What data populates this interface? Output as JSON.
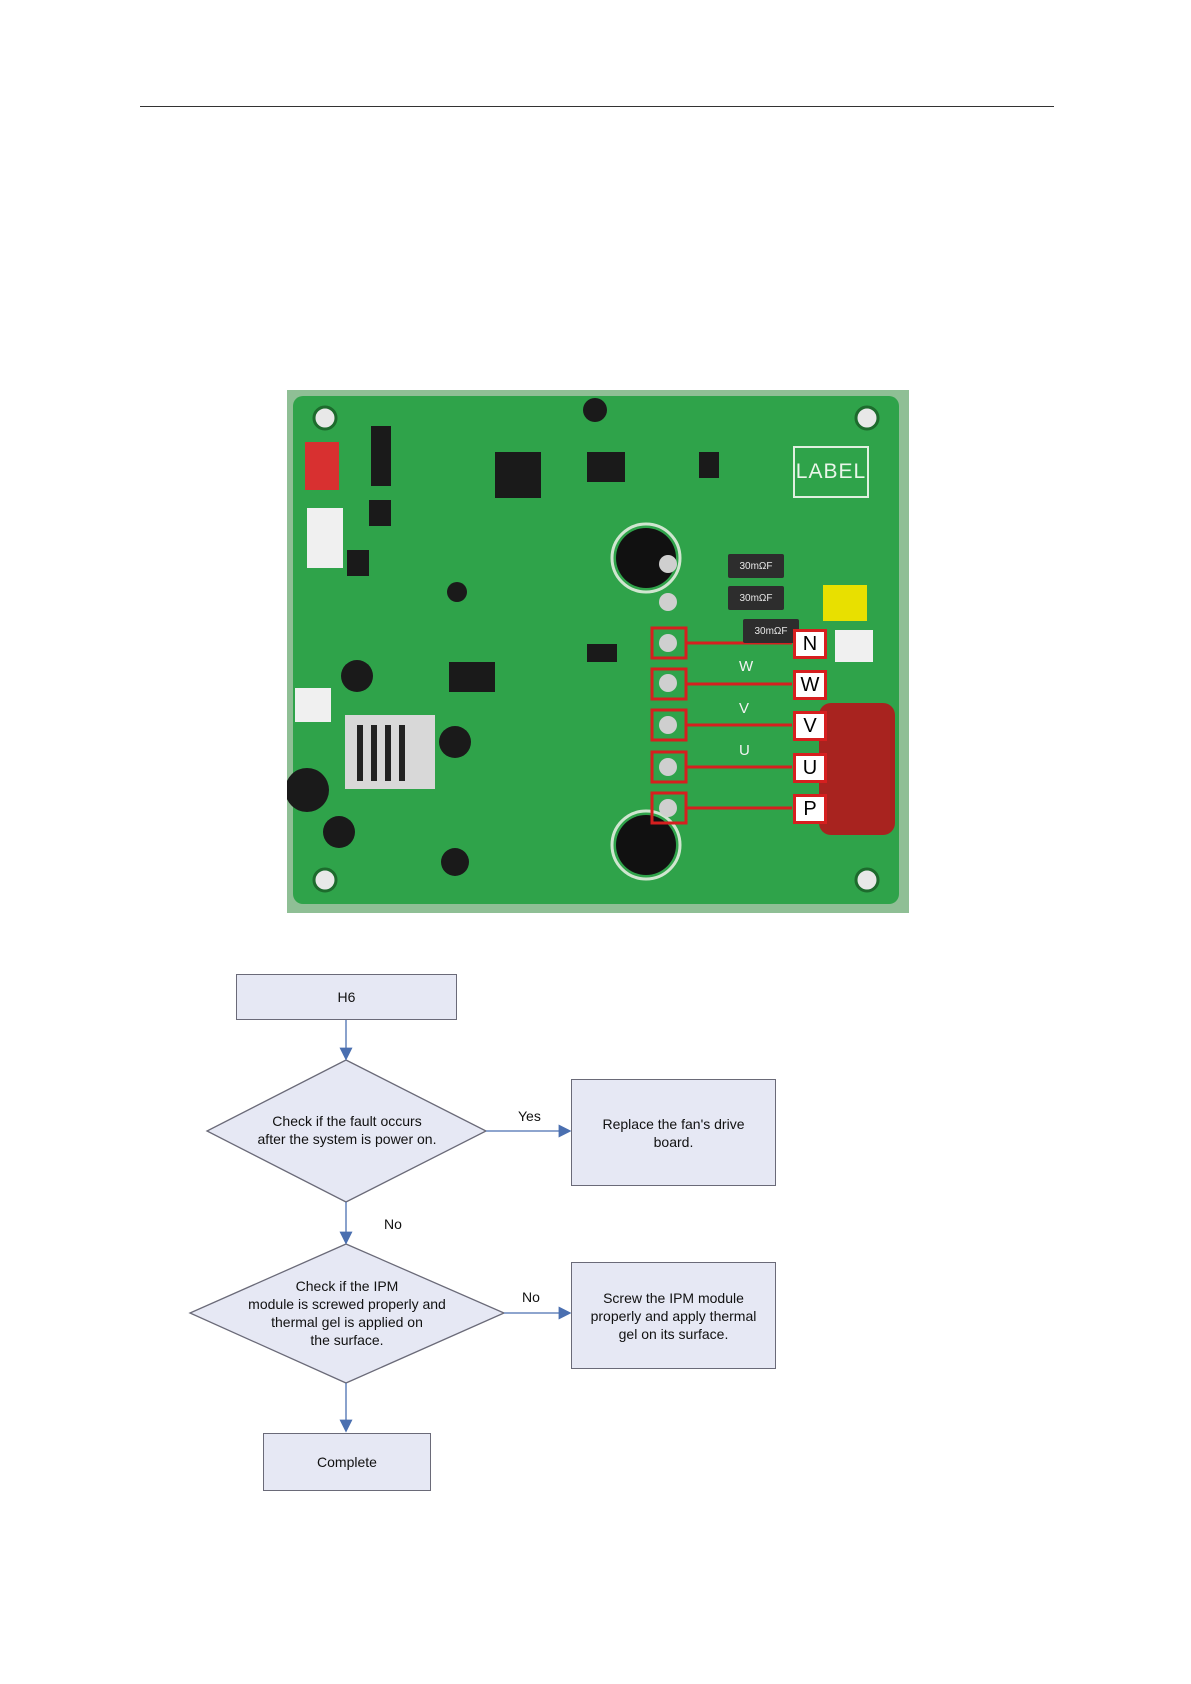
{
  "pcb": {
    "label_text": "LABEL",
    "shunt_labels": [
      "30mΩF",
      "30mΩF",
      "30mΩF"
    ],
    "phase_labels": [
      "W",
      "V",
      "U"
    ],
    "terminals": [
      "N",
      "W",
      "V",
      "U",
      "P"
    ],
    "colors": {
      "board": "#2fa34a",
      "tag_border": "#d61f1f",
      "capacitor": "#a8231f"
    }
  },
  "flowchart": {
    "start": "H6",
    "decision1": "Check if the fault occurs\nafter the system is power on.",
    "decision1_yes_label": "Yes",
    "decision1_yes_action": "Replace the fan's drive\nboard.",
    "decision1_no_label": "No",
    "decision2": "Check if the IPM\nmodule is screwed properly and\nthermal gel is applied on\nthe surface.",
    "decision2_no_label": "No",
    "decision2_no_action": "Screw the IPM module\nproperly and apply thermal\ngel on its surface.",
    "end": "Complete",
    "colors": {
      "node_fill": "#e6e8f4",
      "arrow": "#4a6fb0"
    }
  }
}
